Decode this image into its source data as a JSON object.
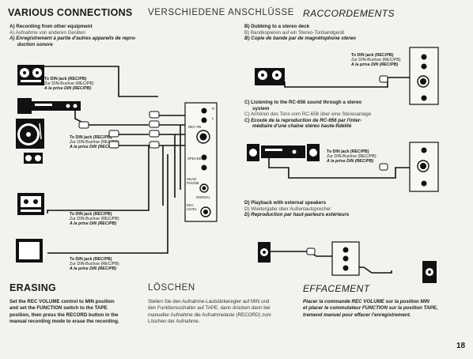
{
  "headings": {
    "various_connections_en": "VARIOUS CONNECTIONS",
    "various_connections_de": "VERSCHIEDENE ANSCHLÜSSE",
    "various_connections_fr": "RACCORDEMENTS",
    "erasing_en": "ERASING",
    "erasing_de": "LÖSCHEN",
    "erasing_fr": "EFFACEMENT"
  },
  "section_a": {
    "en": "A) Recording from other equipment",
    "de": "A) Aufnahme von anderen Geräten",
    "fr_1": "A) Enregistrement à partie d'autres appareils de repro-",
    "fr_2": "duction sonore"
  },
  "section_b": {
    "en": "B) Dubbing to a stereo deck",
    "de": "B) Bandkopieren auf ein Stereo-Tonbandgerät",
    "fr": "B) Copie de bande par de magnétophone stereo"
  },
  "section_c": {
    "en_1": "C) Listening to the RC-656 sound through a stereo",
    "en_2": "system",
    "de": "C) Anhören des Tons vom RC-656 über eine Stereoanlage",
    "fr_1": "C) Ecoute de la reproduction de RC-656 par l'inter-",
    "fr_2": "médiaire d'une chaîne stéréo haute-fidélité"
  },
  "section_d": {
    "en": "D) Playback with external speakers",
    "de": "D) Wiedergabe über Außenlautsprecher",
    "fr": "D) Reproduction par haut-parleurs extérieurs"
  },
  "din_label": {
    "en": "To DIN jack (REC/PB)",
    "de": "Zur DIN-Buchse (REC/PB)",
    "fr": "A la prise DIN (REC/PB)"
  },
  "panel": {
    "rec_pb": "REC PB",
    "speaker": "SPEAKER",
    "headphone": "HEAD PHONE",
    "normal": "NORMAL",
    "rec_level": "REC LEVEL",
    "r": "R",
    "l": "L"
  },
  "erasing": {
    "en_lines": [
      "Set the REC VOLUME control to MIN position",
      "and set the FUNCTION switch to the TAPE",
      "position, then press the RECORD button in the",
      "manual recording mode to erase the recording."
    ],
    "de_lines": [
      "Stellen Sie den Aufnahme-Lautstärkeregler auf MIN und",
      "den Funktionsschalter auf TAPE, dann drücken dann bei",
      "manueller Aufnahme die Aufnahmetaste (RECORD) zum",
      "Löschen der Aufnahme."
    ],
    "fr_lines": [
      "Placer la commande REC VOLUME sur la position MIN",
      "et placer le commutateur FUNCTION sur la position TAPE,",
      "tremend manuel pour effacer l'enregistrement."
    ]
  },
  "page_number": "18"
}
